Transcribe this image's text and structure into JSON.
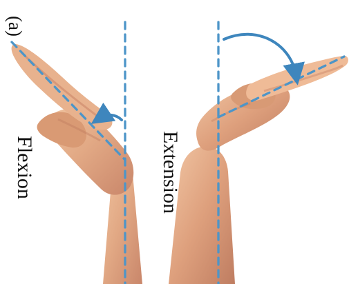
{
  "figure": {
    "panel_label": "(a)",
    "labels": {
      "flexion": "Flexion",
      "extension": "Extension"
    }
  },
  "colors": {
    "skin_light": "#e7b28d",
    "skin_mid": "#d99d78",
    "skin_dark": "#b9785c",
    "guide_blue": "#4d95c8",
    "arrow_blue": "#3e86bd",
    "text": "#111111"
  },
  "icons": {
    "left_hand": "flexed-hand-illustration",
    "right_hand": "extended-hand-illustration",
    "flexion_arrow": "curved-arrow-icon",
    "extension_arrow": "curved-arrow-icon"
  }
}
